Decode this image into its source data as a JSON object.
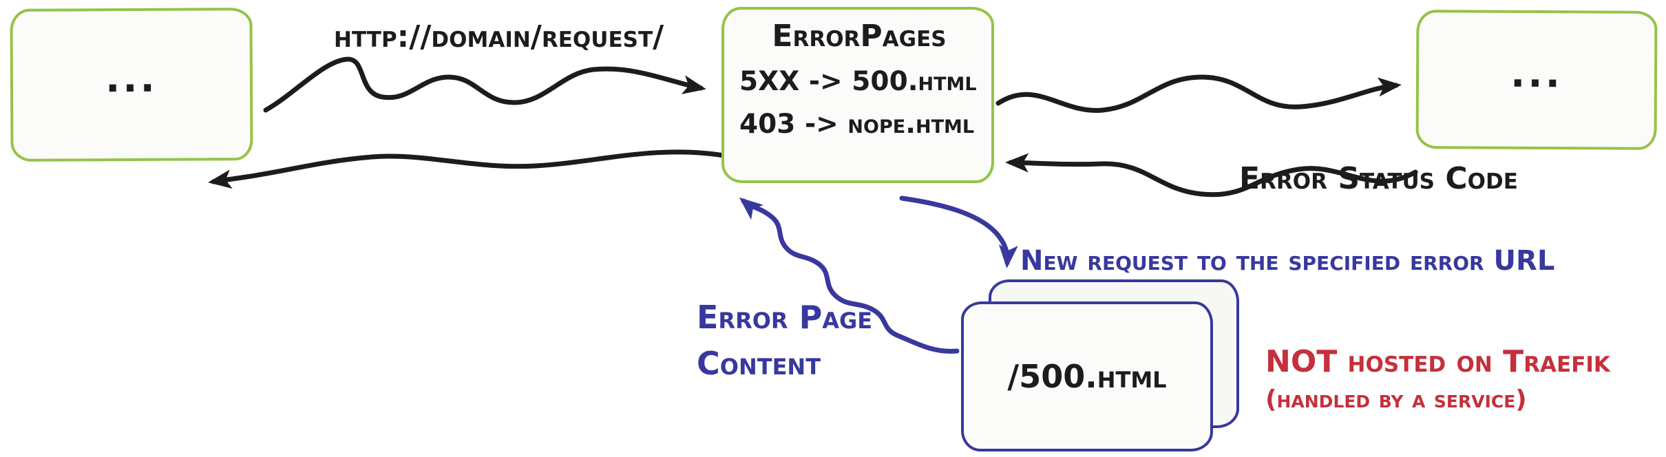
{
  "colors": {
    "ink": "#1c1c1c",
    "green": "#94c347",
    "blue": "#38389e",
    "red": "#c4303c",
    "box_fill": "#fbfbf9"
  },
  "diagram": {
    "client_box": {
      "label": "..."
    },
    "request_label": "http://domain/request/",
    "middleware_box": {
      "title": "ErrorPages",
      "rules": [
        "5XX -> 500.html",
        "403 -> nope.html"
      ]
    },
    "service_box": {
      "label": "..."
    },
    "error_status_label": "Error Status Code",
    "new_request_label": "New request to the specified error URL",
    "error_page_content_label": {
      "line1": "Error Page",
      "line2": "Content"
    },
    "error_page_box": {
      "label": "/500.html"
    },
    "not_hosted": {
      "line1": "NOT hosted on Traefik",
      "line2": "(handled by a service)"
    }
  },
  "arrows": [
    {
      "name": "request-arrow",
      "color": "#1c1c1c"
    },
    {
      "name": "response-arrow",
      "color": "#1c1c1c"
    },
    {
      "name": "forward-request-arrow",
      "color": "#1c1c1c"
    },
    {
      "name": "error-status-arrow",
      "color": "#1c1c1c"
    },
    {
      "name": "new-request-arrow",
      "color": "#38389e"
    },
    {
      "name": "error-content-arrow",
      "color": "#38389e"
    }
  ]
}
